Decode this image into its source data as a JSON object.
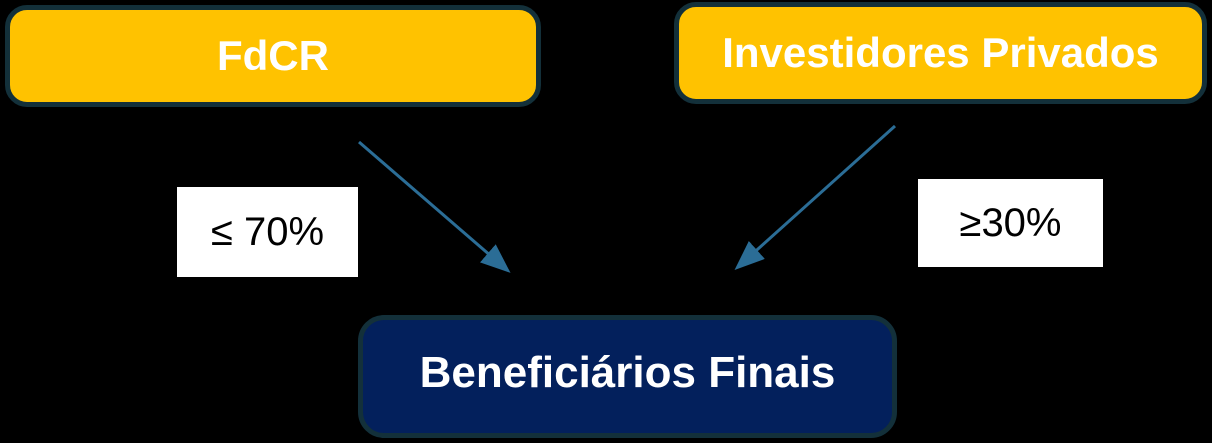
{
  "diagram": {
    "type": "flow-diagram",
    "nodes": {
      "fdcr": {
        "label": "FdCR"
      },
      "private_investors": {
        "label": "Investidores Privados"
      },
      "final_beneficiaries": {
        "label": "Beneficiários Finais"
      }
    },
    "edges": [
      {
        "from": "fdcr",
        "to": "final_beneficiaries",
        "label": "≤ 70%"
      },
      {
        "from": "private_investors",
        "to": "final_beneficiaries",
        "label": "≥30%"
      }
    ],
    "edge_labels": {
      "fdcr_share": "≤ 70%",
      "investors_share": "≥30%"
    },
    "colors": {
      "node_yellow": "#FFC200",
      "node_navy": "#03205C",
      "node_border": "#13303A",
      "arrow": "#2B6D96",
      "label_bg": "#FFFFFF",
      "label_text": "#000000",
      "node_text": "#FFFFFF",
      "background": "#000000"
    }
  }
}
